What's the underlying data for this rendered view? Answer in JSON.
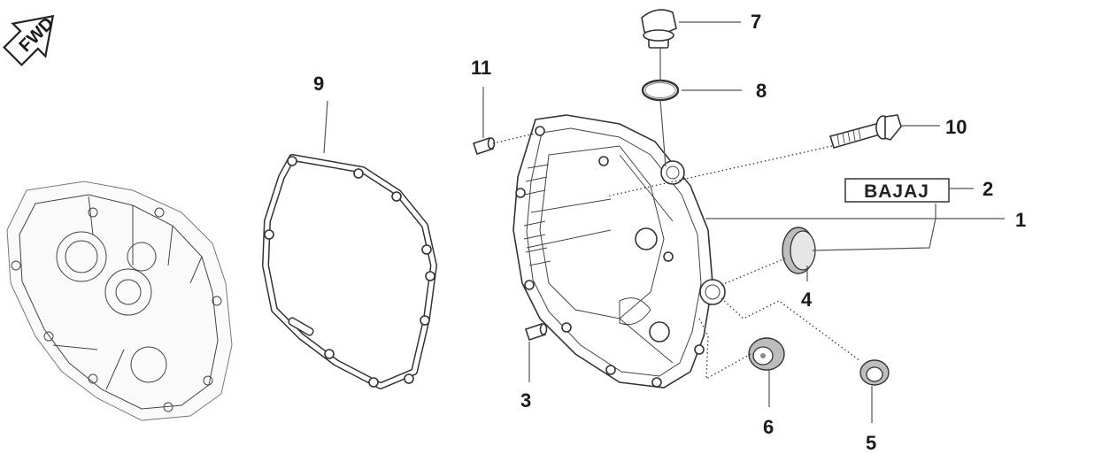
{
  "fwd_arrow": {
    "label": "FWD"
  },
  "logo": {
    "text": "BAJAJ"
  },
  "callouts": [
    "1",
    "2",
    "3",
    "4",
    "5",
    "6",
    "7",
    "8",
    "9",
    "10",
    "11"
  ]
}
